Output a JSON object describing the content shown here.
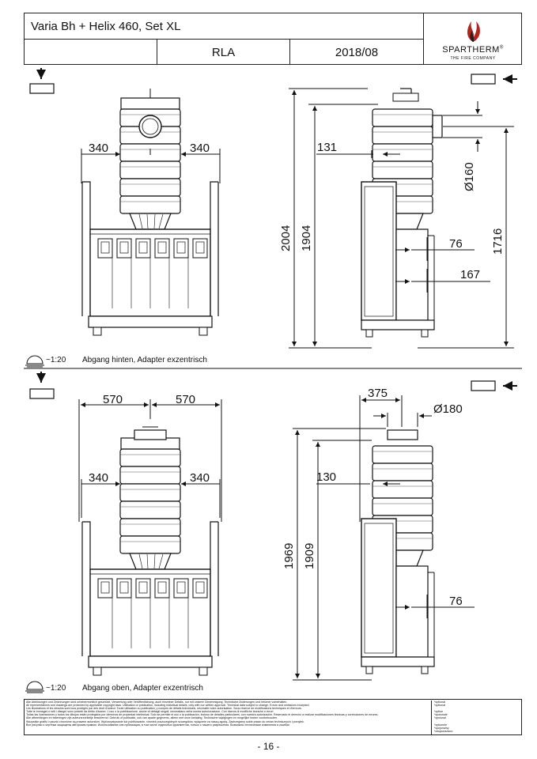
{
  "header": {
    "title": "Varia Bh + Helix 460, Set XL",
    "cell_model": "RLA",
    "cell_date": "2018/08",
    "brand": "SPARTHERM",
    "brand_mark": "®",
    "brand_sub": "THE FIRE COMPANY"
  },
  "top": {
    "dims": {
      "front_left": "340",
      "front_right": "340",
      "total_height": "2004",
      "inner_height": "1904",
      "offset": "131",
      "diameter": "Ø160",
      "depth_a": "76",
      "depth_b": "167",
      "outlet_height": "1716"
    },
    "scale": "~1:20",
    "caption": "Abgang hinten, Adapter exzentrisch"
  },
  "bottom": {
    "dims": {
      "outer_left": "570",
      "outer_right": "570",
      "front_left": "340",
      "front_right": "340",
      "total_height": "1969",
      "inner_height": "1909",
      "offset": "130",
      "distance": "375",
      "diameter": "Ø180",
      "depth_a": "76"
    },
    "scale": "~1:20",
    "caption": "Abgang oben, Adapter exzentrisch"
  },
  "legal": {
    "lines": [
      "Alle Abbildungen und Zeichnungen sind urheberrechtlich geschützt. Verwertung oder Veröffentlichung, auch einzelner Details, nur mit unserer Genehmigung. Technische Änderungen und Irrtümer vorbehalten.",
      "All representations and drawings are protected by applicable copyright laws. Utilisation or publication, including individual details, only with our written approval. Technical data subject to change. Errors and omissions excepted.",
      "Les illustrations et les dessins sont tous protégés par des droit d'auteur. Toute utilisation ou publication, y compris de détails individuels, nécessite notre autorisation. Sous réserve de modifications techniques et d'erreurs.",
      "Tutte le immagini e tutti i disegni sono protetti da diritto d'autore. L'uso o la pubblicazione, anche di dettagli singoli, necessitano della nostra autorizzazione. Con riserva di modifiche tecniche e errori.",
      "Todas las ilustraciones y todos los dibujos están protegidos por derechos de propiedad intelectual. Solo se permite el uso o la publicación, incluso de detalles particulares, con nuestra autorización. Reservado el derecho a realizar modificaciones técnicas y correcciones de errores.",
      "Alle afbeeldingen en tekeningen zijn auteursrechtelijk beschermd. Gebruik of publicatie, ook van aparte gegevens, alleen met onze toelating. Technische wijzigingen en mogelijke fouten voorbehouden.",
      "Wszystkie grafiki i rysunki chronione są prawem autorskim. Wykorzystywanie lub publikowanie, również poszczególnych szczegółów, wyłącznie za naszą zgodą. Zastrzegamy sobie prawo do zmian technicznych i pomyłek.",
      "Все рисунки и чертежи защищены авторским правом. Использование или публикация, в том числе отдельных фрагментов, только с нашего разрешения. Возможны технические изменения и ошибки."
    ],
    "side": [
      "*optional",
      "*optional",
      "",
      "*option",
      "*opzionale",
      "*opcional",
      "",
      "*optionele",
      "*opcjonalny",
      "*опционально"
    ]
  },
  "page_number": "- 16 -"
}
